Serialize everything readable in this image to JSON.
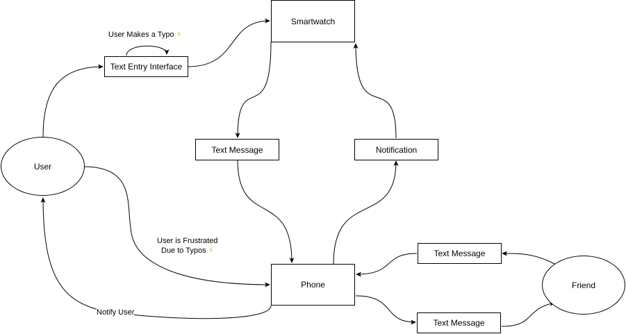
{
  "nodes": {
    "smartwatch": "Smartwatch",
    "text_entry": "Text Entry Interface",
    "text_message_left": "Text Message",
    "notification": "Notification",
    "user": "User",
    "phone": "Phone",
    "text_message_top_right": "Text Message",
    "text_message_bottom_right": "Text Message",
    "friend": "Friend"
  },
  "edge_labels": {
    "typo": {
      "text": "User Makes a Typo",
      "icon": "⚡"
    },
    "frustrated_line1": "User is Frustrated",
    "frustrated_line2": {
      "text": "Due to Typos",
      "icon": "⚡"
    },
    "notify": "Notify User"
  },
  "colors": {
    "stroke": "#000000",
    "fill": "#ffffff",
    "bolt": "#f2b600"
  }
}
